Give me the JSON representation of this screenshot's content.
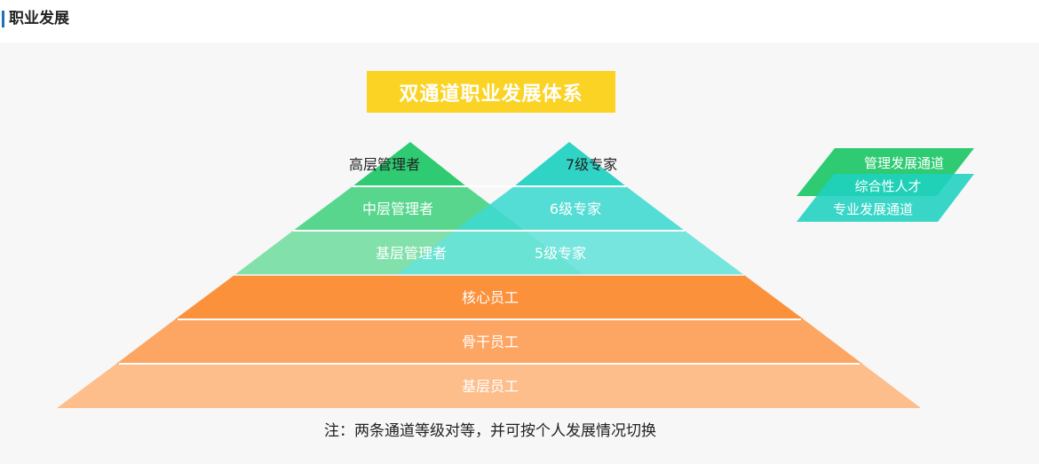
{
  "header": {
    "title": "职业发展"
  },
  "diagram": {
    "title": "双通道职业发展体系",
    "management_track": [
      "高层管理者",
      "中层管理者",
      "基层管理者"
    ],
    "expert_track": [
      "7级专家",
      "6级专家",
      "5级专家"
    ],
    "base_levels": [
      "核心员工",
      "骨干员工",
      "基层员工"
    ],
    "legend": {
      "management": "管理发展通道",
      "combined": "综合性人才",
      "expert": "专业发展通道"
    },
    "colors": {
      "banner": "#fbd324",
      "management": [
        "#2ecb73",
        "#58d68e",
        "#82e0aa"
      ],
      "expert": [
        "#1fd1c1",
        "#3ddad0",
        "#64e2da"
      ],
      "base": [
        "#fc913c",
        "#fda562",
        "#fdbe8c"
      ]
    }
  },
  "note": "注：两条通道等级对等，并可按个人发展情况切换"
}
